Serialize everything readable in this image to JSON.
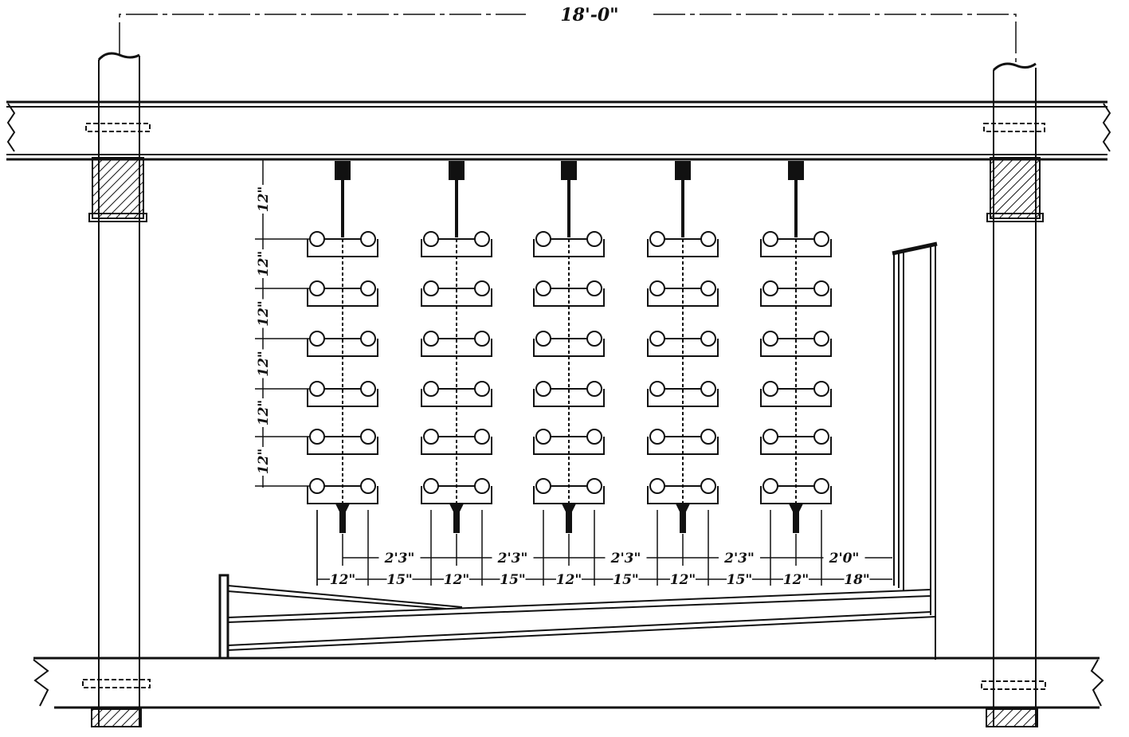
{
  "diagram": {
    "overall_span": "18'-0\"",
    "vertical_spacings": [
      "12\"",
      "12\"",
      "12\"",
      "12\"",
      "12\"",
      "12\""
    ],
    "rack_centers": [
      "2'3\"",
      "2'3\"",
      "2'3\"",
      "2'3\"",
      "2'0\""
    ],
    "bottom_spacings": [
      "12\"",
      "15\"",
      "12\"",
      "15\"",
      "12\"",
      "15\"",
      "12\"",
      "15\"",
      "12\"",
      "18\""
    ],
    "rack_count": 5,
    "insulators_per_rack": 6,
    "ink_color": "#111111"
  }
}
